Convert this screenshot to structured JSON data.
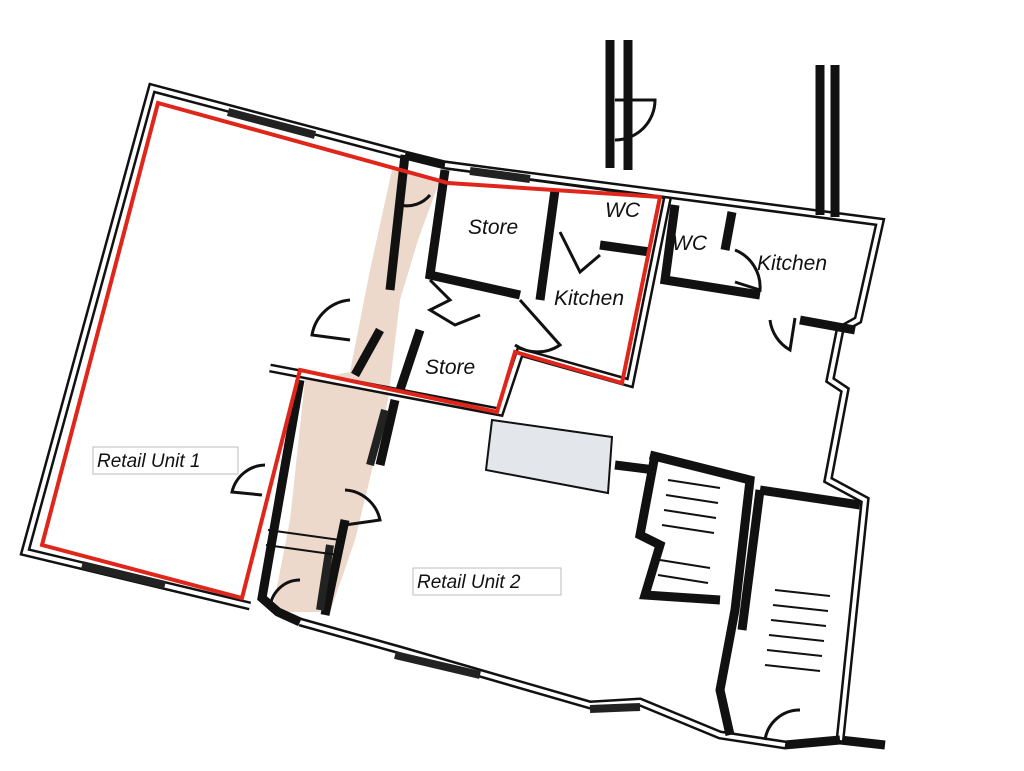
{
  "plan": {
    "units": [
      {
        "label": "Retail Unit 1",
        "highlighted": true
      },
      {
        "label": "Retail Unit 2",
        "highlighted": false
      }
    ],
    "rooms": [
      "Store",
      "WC",
      "Kitchen",
      "Store",
      "WC",
      "Kitchen"
    ],
    "colors": {
      "highlight_outline": "#e0261b",
      "corridor_fill": "#ecd9cc",
      "wall": "#111111",
      "fixture_fill": "#e3e6ea"
    }
  }
}
